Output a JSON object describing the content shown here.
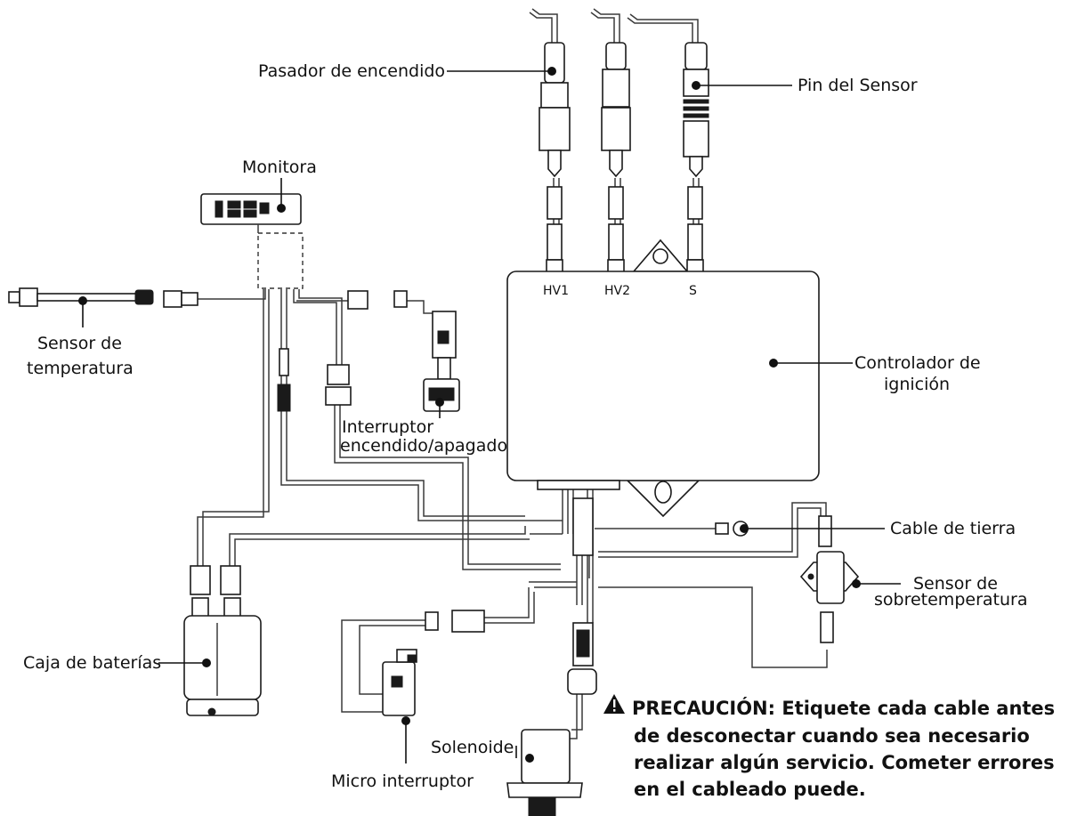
{
  "labels": {
    "ignition_pin": "Pasador de encendido",
    "sensor_pin": "Pin del Sensor",
    "monitor": "Monitora",
    "temp_sensor_line1": "Sensor de",
    "temp_sensor_line2": "temperatura",
    "onoff_switch_line1": "Interruptor",
    "onoff_switch_line2": "encendido/apagado",
    "controller_line1": "Controlador de",
    "controller_line2": "ignición",
    "ground_cable": "Cable de tierra",
    "overtemp_line1": "Sensor de",
    "overtemp_line2": "sobretemperatura",
    "battery_box": "Caja de baterías",
    "solenoid": "Solenoide",
    "micro_switch": "Micro interruptor"
  },
  "terminals": {
    "hv1": "HV1",
    "hv2": "HV2",
    "s": "S"
  },
  "warning": {
    "line1": "PRECAUCIÓN: Etiquete cada cable antes",
    "line2": "de desconectar cuando sea necesario",
    "line3": "realizar algún servicio. Cometer errores",
    "line4": "en el cableado puede."
  },
  "icons": [
    "warning-triangle-icon"
  ]
}
